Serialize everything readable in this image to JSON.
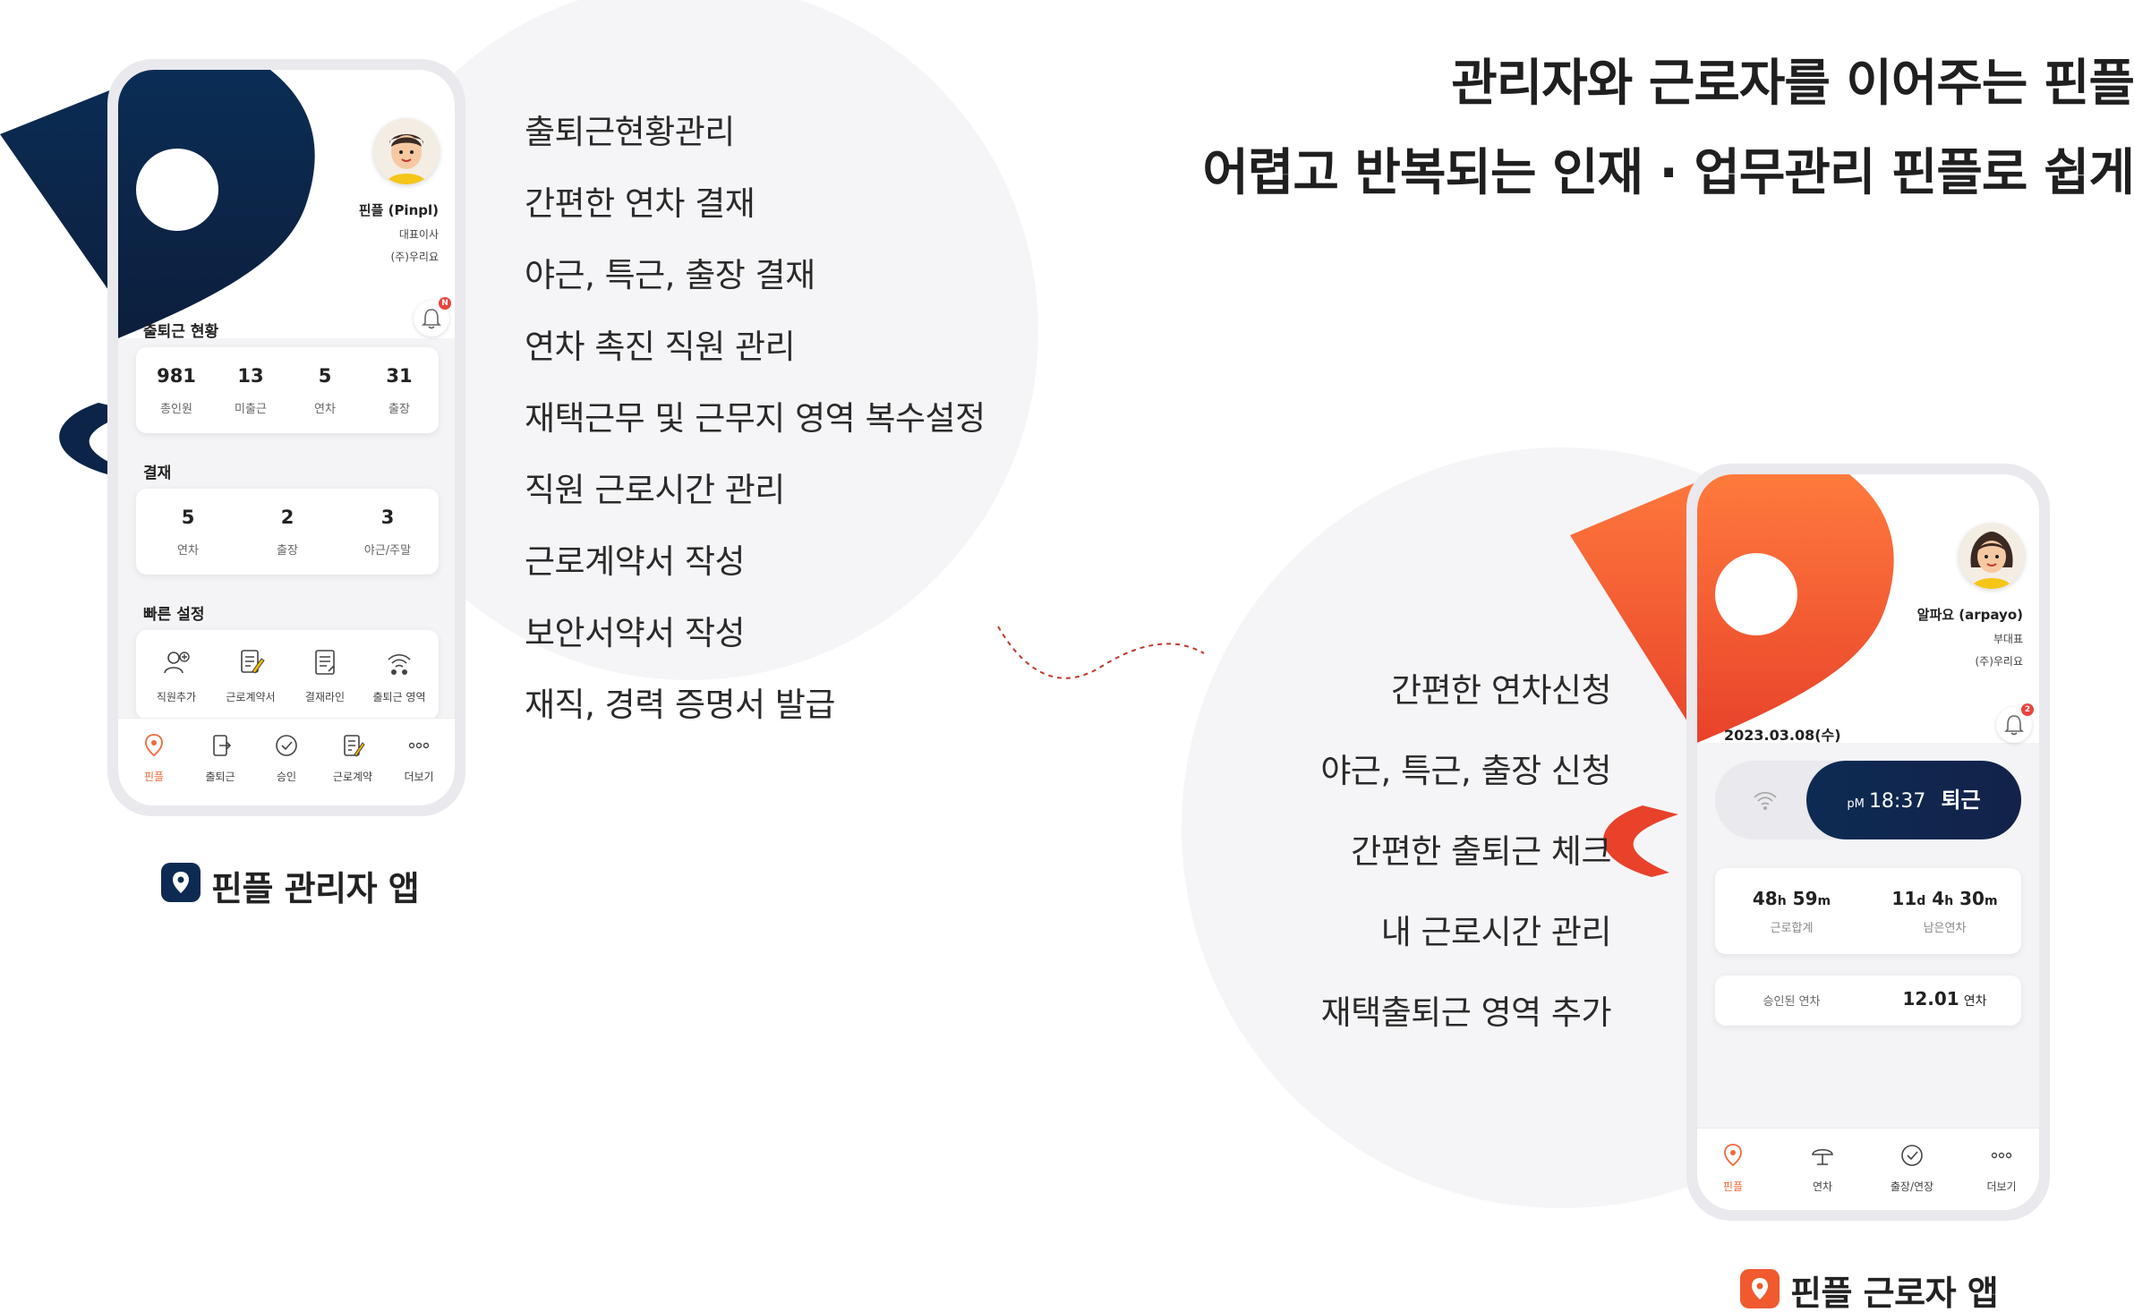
{
  "headline": {
    "line1": "관리자와 근로자를 이어주는 핀플",
    "line2": "어렵고 반복되는 인재 · 업무관리 핀플로 쉽게"
  },
  "colors": {
    "admin_brand": "#0d2b52",
    "worker_brand": "#f05a2e",
    "accent": "#f26a3d"
  },
  "admin_features": [
    "출퇴근현황관리",
    "간편한 연차 결재",
    "야근, 특근, 출장 결재",
    "연차 촉진 직원 관리",
    "재택근무 및 근무지 영역 복수설정",
    "직원 근로시간 관리",
    "근로계약서 작성",
    "보안서약서 작성",
    "재직, 경력 증명서 발급"
  ],
  "worker_features": [
    "간편한 연차신청",
    "야근, 특근, 출장 신청",
    "간편한 출퇴근 체크",
    "내 근로시간 관리",
    "재택출퇴근 영역 추가"
  ],
  "admin_app": {
    "label": "핀플 관리자 앱",
    "profile": {
      "name": "핀플 (Pinpl)",
      "role": "대표이사",
      "company": "(주)우리요"
    },
    "bell_badge": "N",
    "attendance": {
      "title": "출퇴근 현황",
      "stats": [
        {
          "value": "981",
          "label": "총인원"
        },
        {
          "value": "13",
          "label": "미출근"
        },
        {
          "value": "5",
          "label": "연차"
        },
        {
          "value": "31",
          "label": "출장"
        }
      ]
    },
    "approval": {
      "title": "결재",
      "stats": [
        {
          "value": "5",
          "label": "연차"
        },
        {
          "value": "2",
          "label": "출장"
        },
        {
          "value": "3",
          "label": "야근/주말"
        }
      ]
    },
    "quick": {
      "title": "빠른 설정",
      "items": [
        {
          "label": "직원추가",
          "icon": "add-user-icon"
        },
        {
          "label": "근로계약서",
          "icon": "contract-icon"
        },
        {
          "label": "결재라인",
          "icon": "approval-line-icon"
        },
        {
          "label": "출퇴근 영역",
          "icon": "wifi-area-icon"
        }
      ]
    },
    "nav": [
      {
        "label": "핀플",
        "icon": "pin-icon"
      },
      {
        "label": "출퇴근",
        "icon": "door-icon"
      },
      {
        "label": "승인",
        "icon": "check-circle-icon"
      },
      {
        "label": "근로계약",
        "icon": "contract-icon"
      },
      {
        "label": "더보기",
        "icon": "more-icon"
      }
    ]
  },
  "worker_app": {
    "label": "핀플 근로자 앱",
    "profile": {
      "name": "알파요 (arpayo)",
      "role": "부대표",
      "company": "(주)우리요"
    },
    "date": "2023.03.08(수)",
    "bell_badge": "2",
    "clock": {
      "ampm": "pM",
      "time": "18:37",
      "action": "퇴근"
    },
    "work_total": {
      "h": "48",
      "h_unit": "h",
      "m": "59",
      "m_unit": "m",
      "label": "근로합계"
    },
    "leave_left": {
      "d": "11",
      "d_unit": "d",
      "h": "4",
      "h_unit": "h",
      "m": "30",
      "m_unit": "m",
      "label": "남은연차"
    },
    "approved": {
      "label": "승인된 연차",
      "value": "12.01",
      "unit": "연차"
    },
    "nav": [
      {
        "label": "핀플",
        "icon": "pin-icon"
      },
      {
        "label": "연차",
        "icon": "umbrella-icon"
      },
      {
        "label": "출장/연장",
        "icon": "check-circle-icon"
      },
      {
        "label": "더보기",
        "icon": "more-icon"
      }
    ]
  }
}
